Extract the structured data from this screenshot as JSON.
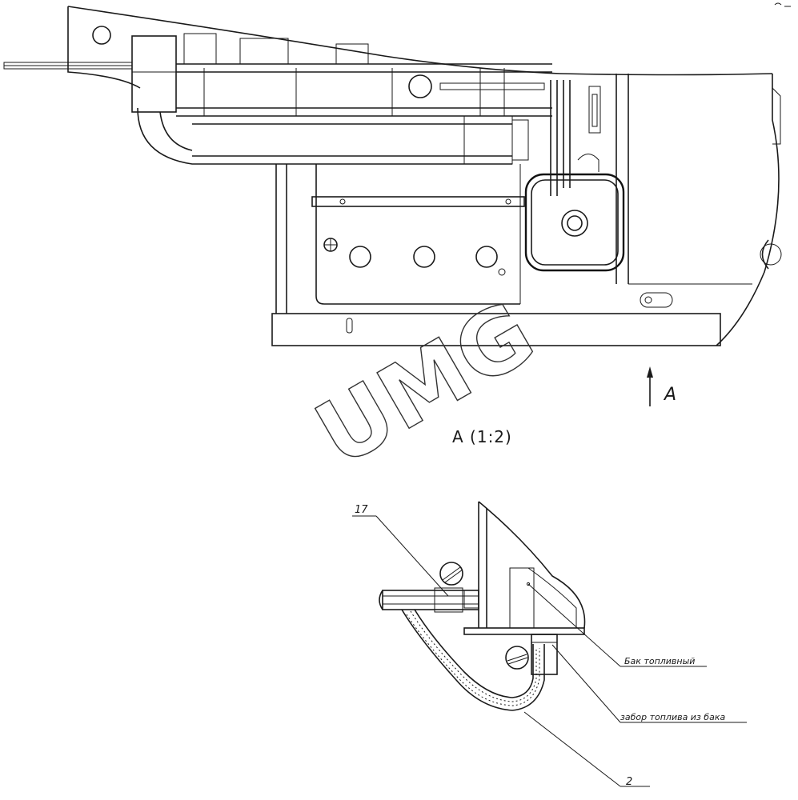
{
  "view_arrow_letter": "A",
  "section_title": "A (1:2)",
  "watermark": "UMG",
  "callouts": {
    "part_17": "17",
    "part_2": "2",
    "fuel_tank": "Бак топливный",
    "fuel_outlet": "забор топлива из бака"
  }
}
